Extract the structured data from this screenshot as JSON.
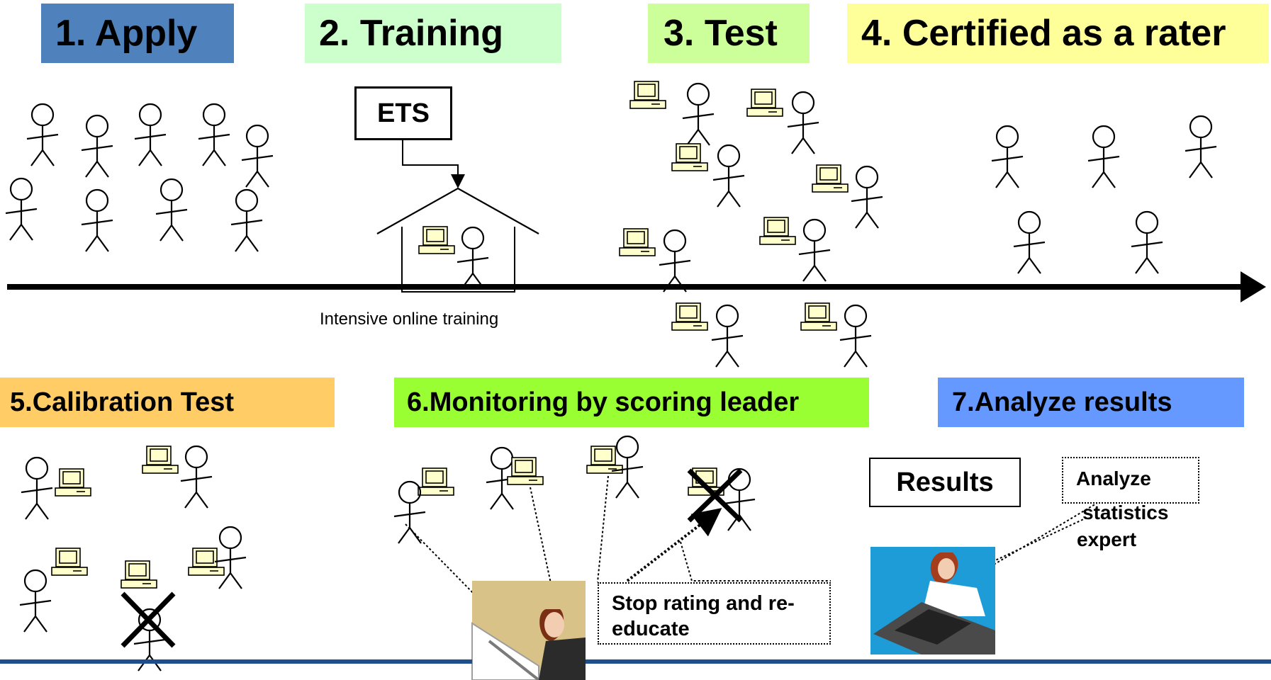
{
  "steps": {
    "apply": "1. Apply",
    "training": "2. Training",
    "test": "3. Test",
    "certified": "4. Certified as a rater",
    "calibration": "5.Calibration Test",
    "monitoring": "6.Monitoring by scoring leader",
    "analyze": "7.Analyze results"
  },
  "training": {
    "ets_label": "ETS",
    "caption": "Intensive online training"
  },
  "monitoring": {
    "callout": "Stop rating and re-educate"
  },
  "analysis": {
    "results_label": "Results",
    "analyze_label": "Analyze",
    "expert_label_line1": "statistics",
    "expert_label_line2": "expert"
  },
  "colors": {
    "apply": "#4F81BD",
    "training": "#CCFFCC",
    "test": "#CCFF99",
    "certified": "#FFFF99",
    "calibration": "#FFCC66",
    "monitoring": "#99FF33",
    "analyze": "#6699FF",
    "bottom_rule": "#1F4E8C"
  }
}
